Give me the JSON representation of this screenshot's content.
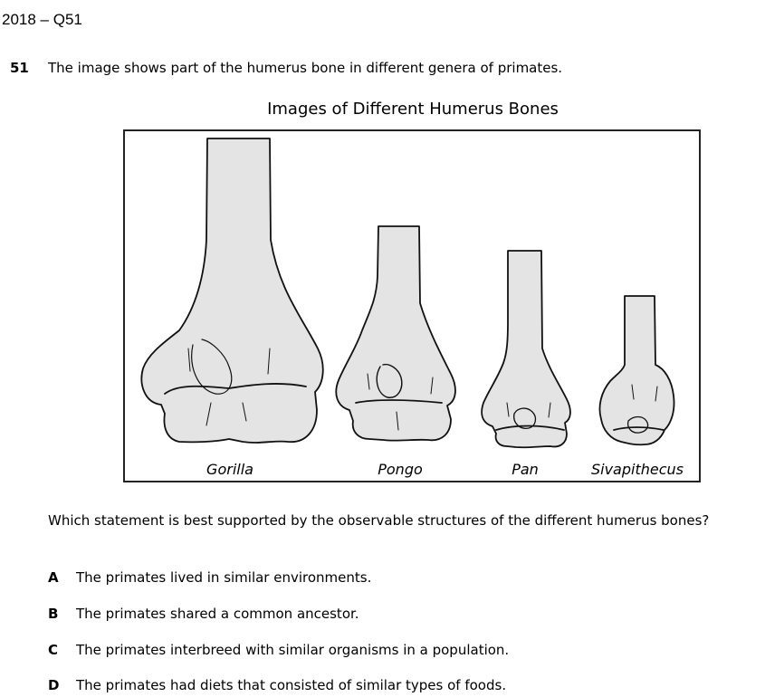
{
  "header": {
    "label": "2018 – Q51"
  },
  "question": {
    "number": "51",
    "stem": "The image shows part of the humerus bone in different genera of primates.",
    "prompt": "Which statement is best supported by the observable structures of the different humerus bones?"
  },
  "figure": {
    "title": "Images of Different Humerus Bones",
    "genera": [
      "Gorilla",
      "Pongo",
      "Pan",
      "Sivapithecus"
    ]
  },
  "choices": [
    {
      "letter": "A",
      "text": "The primates lived in similar environments."
    },
    {
      "letter": "B",
      "text": "The primates shared a common ancestor."
    },
    {
      "letter": "C",
      "text": "The primates interbreed with similar organisms in a population."
    },
    {
      "letter": "D",
      "text": "The primates had diets that consisted of similar types of foods."
    }
  ]
}
